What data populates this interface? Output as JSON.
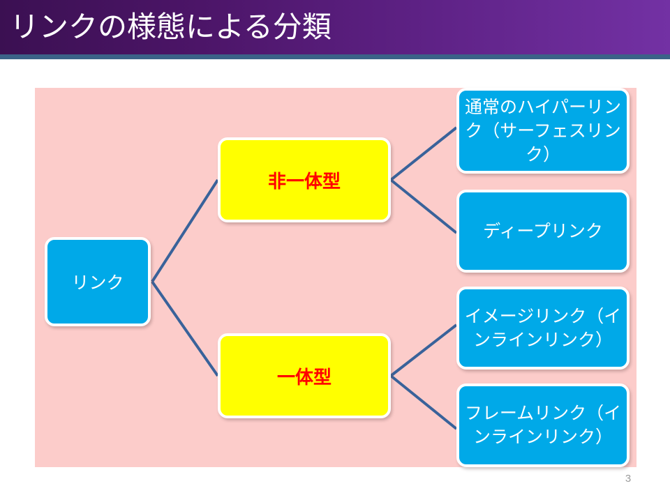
{
  "slide": {
    "title": "リンクの様態による分類",
    "page_number": "3",
    "colors": {
      "title_gradient_start": "#3b1052",
      "title_gradient_end": "#7331a4",
      "title_rule": "#3b6288",
      "title_text": "#ffffff",
      "canvas_background": "#fcccca",
      "node_blue_fill": "#00a9e8",
      "node_blue_text": "#ffffff",
      "node_yellow_fill": "#ffff00",
      "node_yellow_text": "#ff0000",
      "node_border": "#ffffff",
      "connector_line": "#39629a",
      "page_number_text": "#9b9b9b"
    }
  },
  "diagram": {
    "type": "tree",
    "root": {
      "label": "リンク",
      "style": "blue"
    },
    "branches": [
      {
        "label": "非一体型",
        "style": "yellow",
        "children": [
          {
            "label": "通常のハイパーリンク（サーフェスリンク）",
            "style": "blue"
          },
          {
            "label": "ディープリンク",
            "style": "blue"
          }
        ]
      },
      {
        "label": "一体型",
        "style": "yellow",
        "children": [
          {
            "label": "イメージリンク（インラインリンク）",
            "style": "blue"
          },
          {
            "label": "フレームリンク（インラインリンク）",
            "style": "blue"
          }
        ]
      }
    ]
  }
}
